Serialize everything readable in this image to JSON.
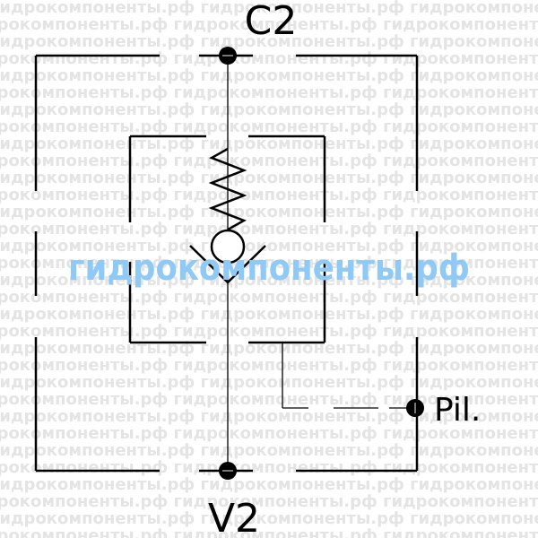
{
  "ports": {
    "top": "C2",
    "bottom": "V2",
    "pilot": "Pil."
  },
  "watermark": {
    "banner": "гидрокомпоненты.рф",
    "tile": "гидрокомпоненты.рф"
  },
  "colors": {
    "line": "#000000",
    "banner": "#8fc9f5",
    "watermark_tile": "#e4e4e4",
    "background": "#ffffff"
  }
}
